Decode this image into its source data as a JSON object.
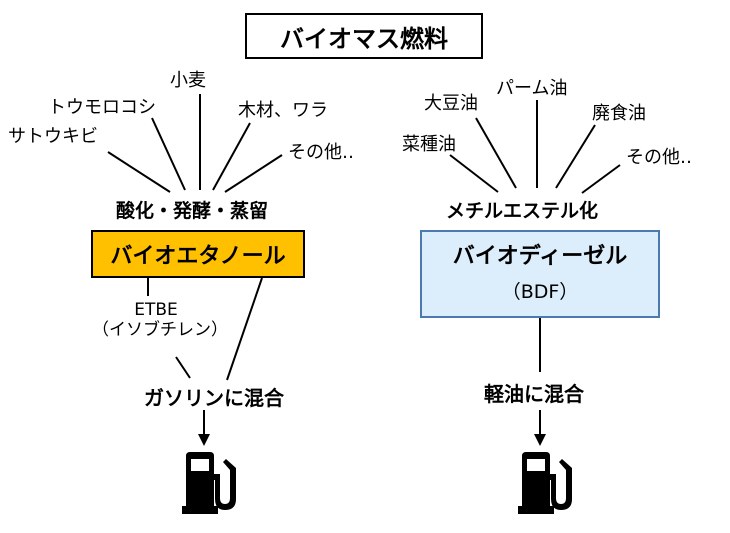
{
  "title": "バイオマス燃料",
  "left": {
    "sources": [
      "サトウキビ",
      "トウモロコシ",
      "小麦",
      "木材、ワラ",
      "その他‥"
    ],
    "process": "酸化・発酵・蒸留",
    "product": "バイオエタノール",
    "etbe_name": "ETBE",
    "etbe_desc": "（イソブチレン）",
    "mix": "ガソリンに混合"
  },
  "right": {
    "sources": [
      "菜種油",
      "大豆油",
      "パーム油",
      "廃食油",
      "その他‥"
    ],
    "process": "メチルエステル化",
    "product": "バイオディーゼル",
    "product_abbr": "（BDF）",
    "mix": "軽油に混合"
  },
  "icons": [
    "fuel-pump-icon",
    "fuel-pump-icon"
  ],
  "colors": {
    "ethanol_fill": "#ffc000",
    "bdf_fill": "#dceefb",
    "bdf_border": "#4a7ab0"
  }
}
